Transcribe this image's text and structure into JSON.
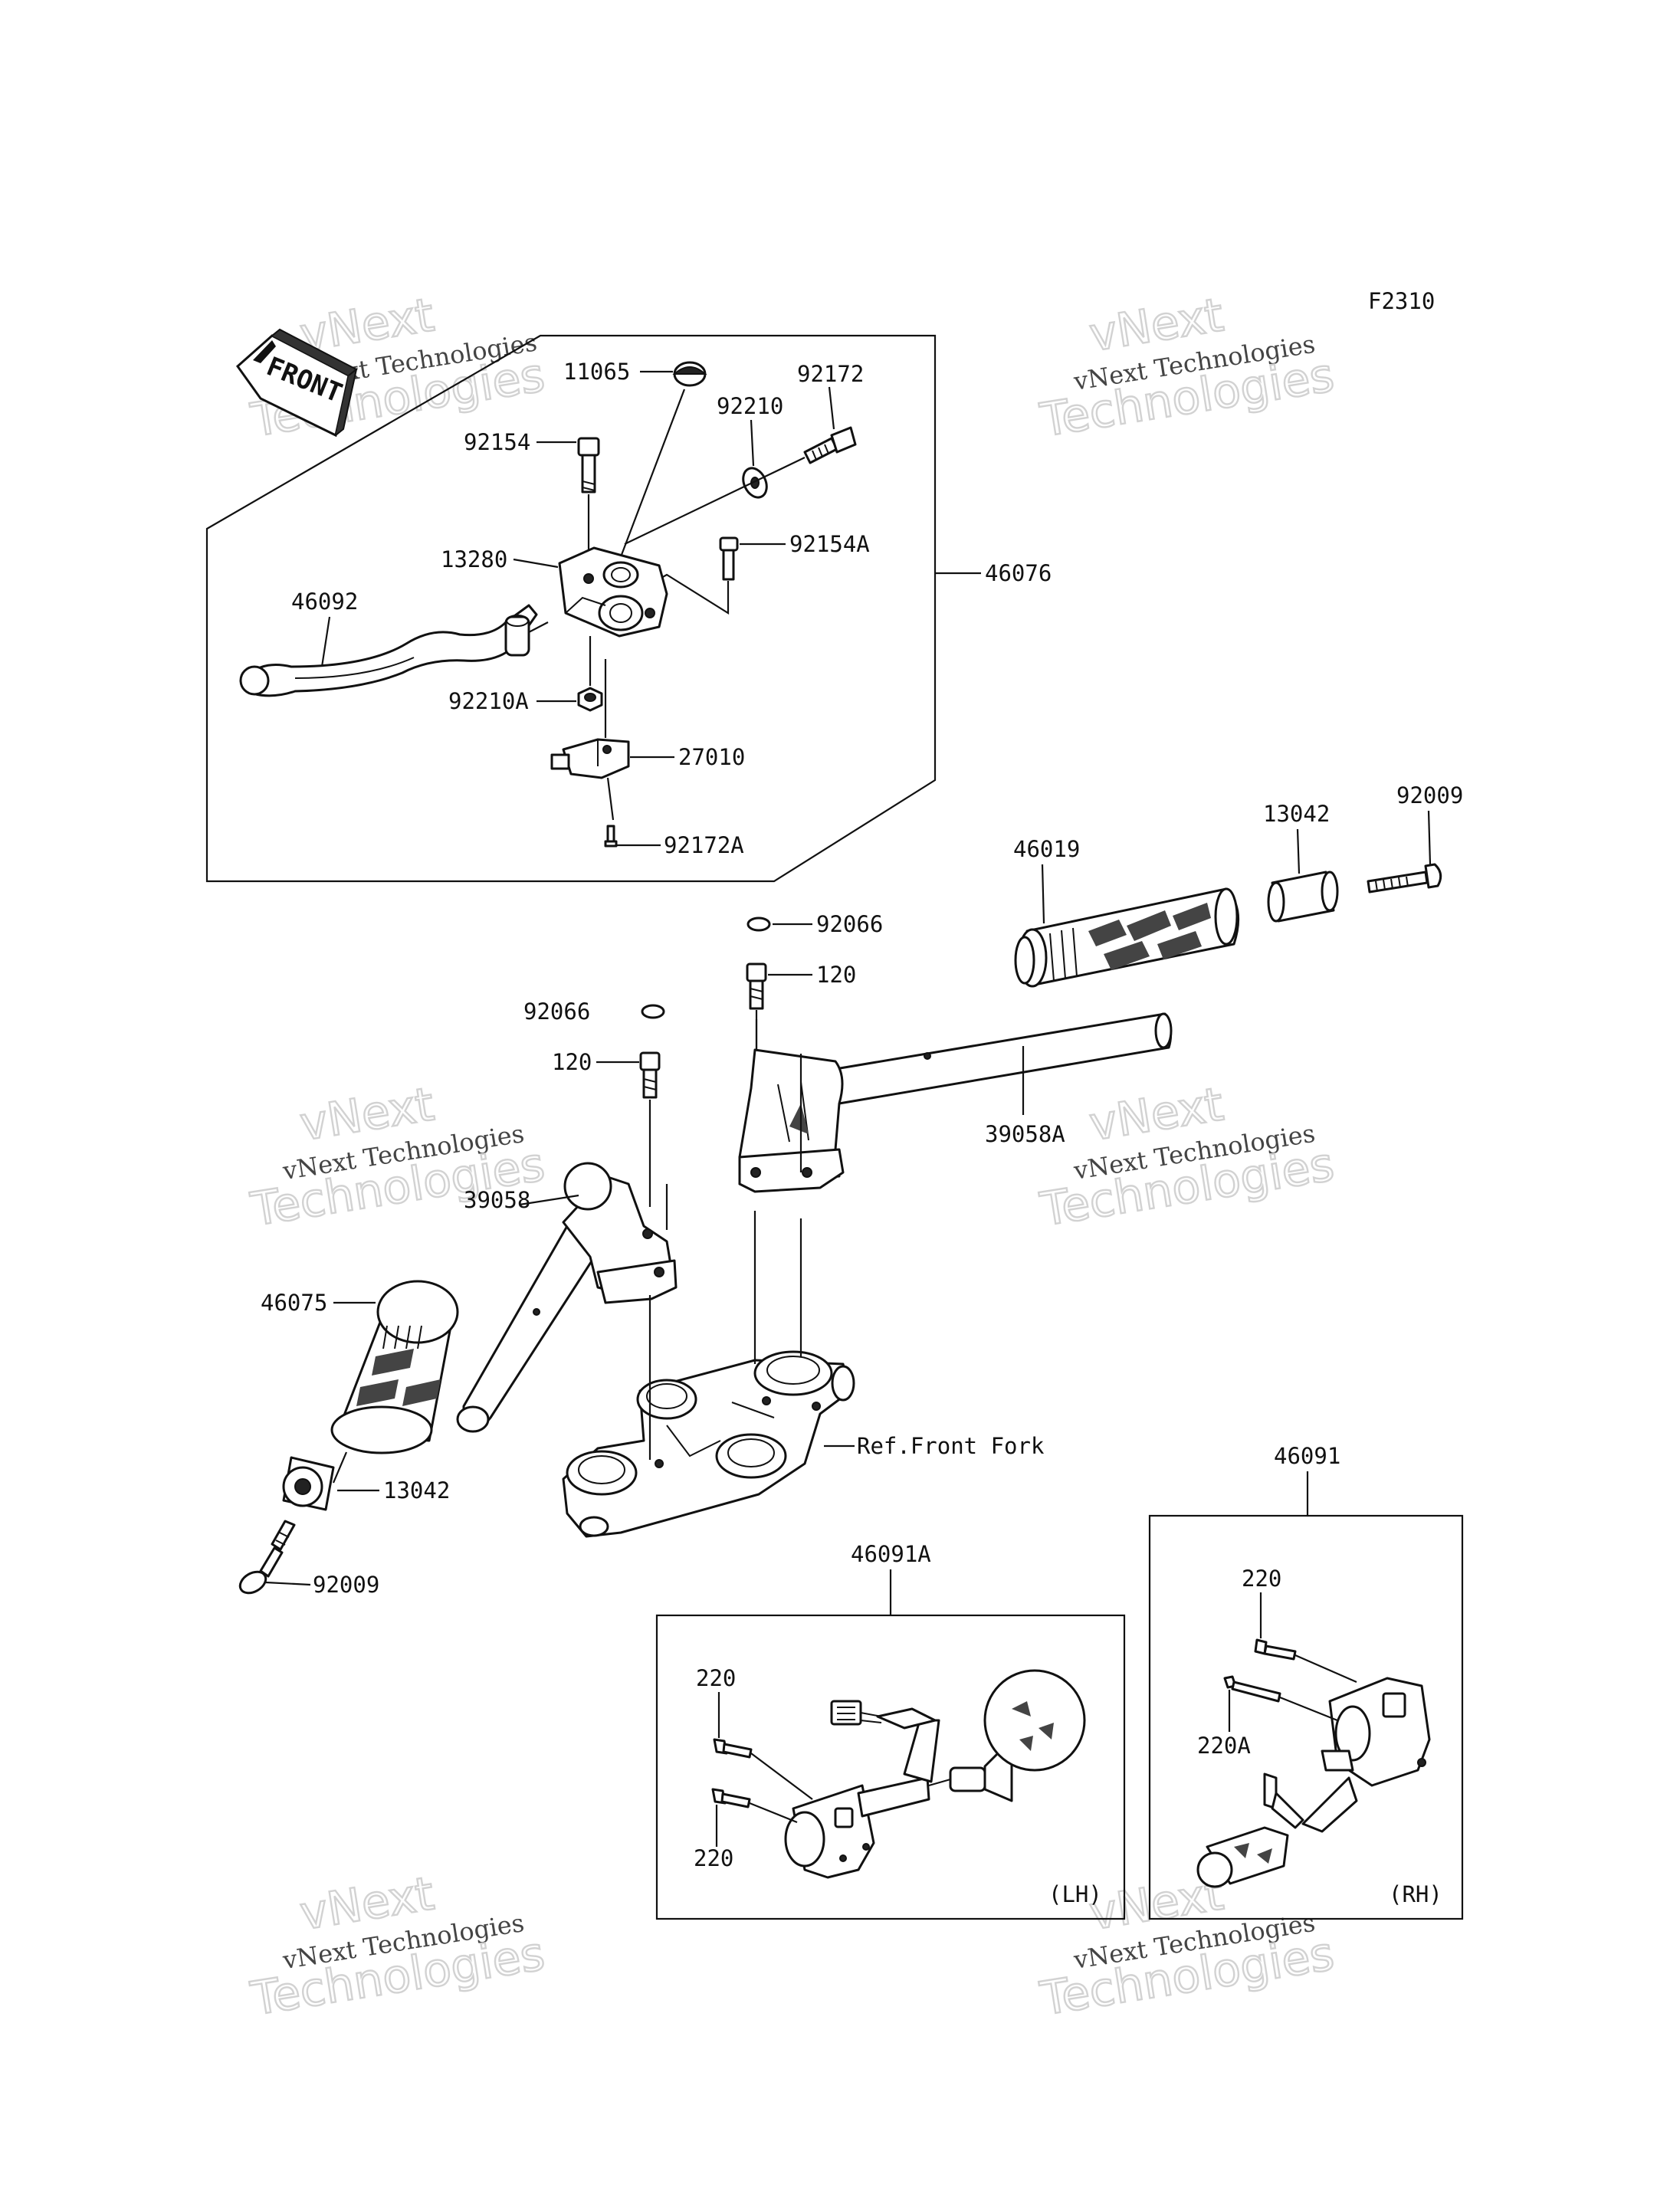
{
  "diagram": {
    "figure_code": "F2310",
    "front_label": "FRONT",
    "watermark_line1": "vNext Technologies",
    "watermark_line2": "Technologies",
    "watermark_line3": "vNext",
    "side_lh": "(LH)",
    "side_rh": "(RH)",
    "part_labels": {
      "p11065": "11065",
      "p92172": "92172",
      "p92210": "92210",
      "p92154": "92154",
      "p92154A": "92154A",
      "p13280": "13280",
      "p46076": "46076",
      "p46092": "46092",
      "p92210A": "92210A",
      "p27010": "27010",
      "p92172A": "92172A",
      "p46019": "46019",
      "p13042_r": "13042",
      "p92009_r": "92009",
      "p92066_r": "92066",
      "p120_r": "120",
      "p92066_l": "92066",
      "p120_l": "120",
      "p39058A": "39058A",
      "p39058": "39058",
      "p46075": "46075",
      "p13042_l": "13042",
      "p92009_l": "92009",
      "ref_front_fork": "Ref.Front Fork",
      "p46091": "46091",
      "p46091A": "46091A",
      "p220_rh_top": "220",
      "p220A": "220A",
      "p220_lh_top": "220",
      "p220_lh_bottom": "220"
    }
  }
}
